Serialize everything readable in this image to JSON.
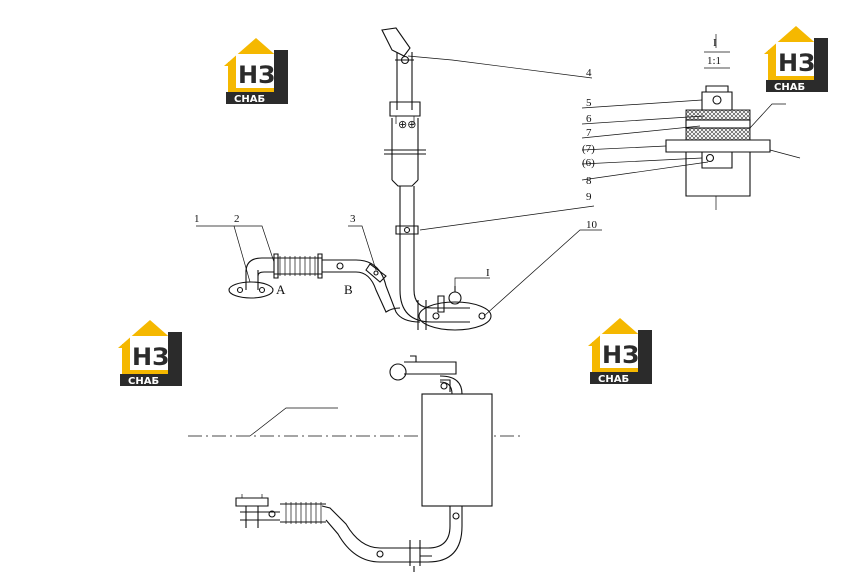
{
  "logo": {
    "mark": "НЗ",
    "caption": "СНАБ",
    "colors": {
      "yellow": "#f5b800",
      "dark": "#2b2b2b",
      "white": "#ffffff"
    }
  },
  "callouts": {
    "c1": "1",
    "c2": "2",
    "c3": "3",
    "c4": "4",
    "c5": "5",
    "c6": "6",
    "c7": "7",
    "c7p": "(7)",
    "c6p": "(6)",
    "c8": "8",
    "c9": "9",
    "c10": "10"
  },
  "view_marks": {
    "A": "A",
    "B": "B",
    "section_mark": "I",
    "detail_title": "I",
    "detail_scale": "1:1"
  }
}
